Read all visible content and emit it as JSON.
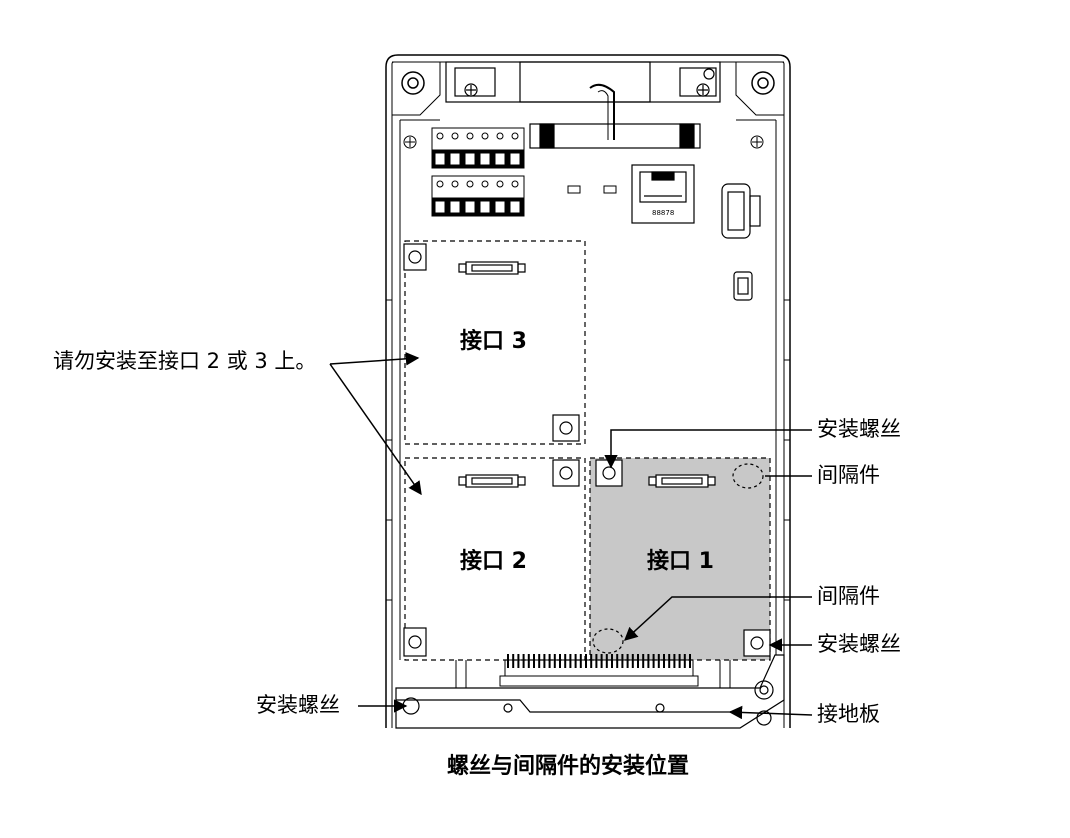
{
  "ports": {
    "port3": "接口 3",
    "port2": "接口 2",
    "port1": "接口 1"
  },
  "callouts": {
    "do_not_install": "请勿安装至接口 2 或 3 上。",
    "screw_top_right": "安装螺丝",
    "spacer_top_right": "间隔件",
    "spacer_mid_right": "间隔件",
    "screw_bottom_right": "安装螺丝",
    "screw_bottom_left": "安装螺丝",
    "ground_plate": "接地板"
  },
  "rj45_marking": "88878",
  "caption": "螺丝与间隔件的安装位置",
  "colors": {
    "line": "#000000",
    "port1_fill": "#c8c8c8",
    "background": "#ffffff"
  }
}
